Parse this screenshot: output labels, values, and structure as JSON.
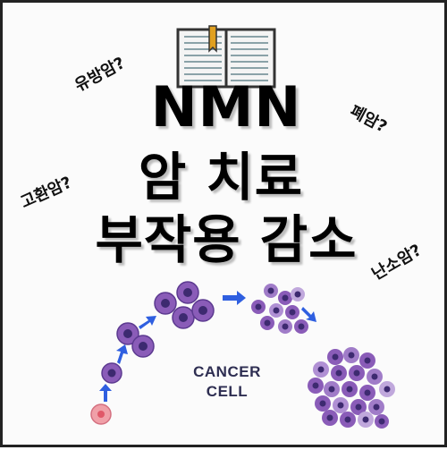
{
  "title": {
    "line1": "NMN",
    "line2": "암 치료",
    "line3": "부작용 감소"
  },
  "notes": {
    "breast": "유방암?",
    "lung": "폐암?",
    "testicular": "고환암?",
    "ovarian": "난소암?"
  },
  "illustration": {
    "label_line1": "CANCER",
    "label_line2": "CELL"
  },
  "colors": {
    "cell_purple": "#8a5cb8",
    "cell_nucleus": "#3d2a70",
    "normal_cell": "#f0a0a8",
    "arrow_blue": "#2f5fe0",
    "book_border": "#333333"
  },
  "icons": [
    "book-icon",
    "arrow-icon",
    "cell-icon"
  ]
}
